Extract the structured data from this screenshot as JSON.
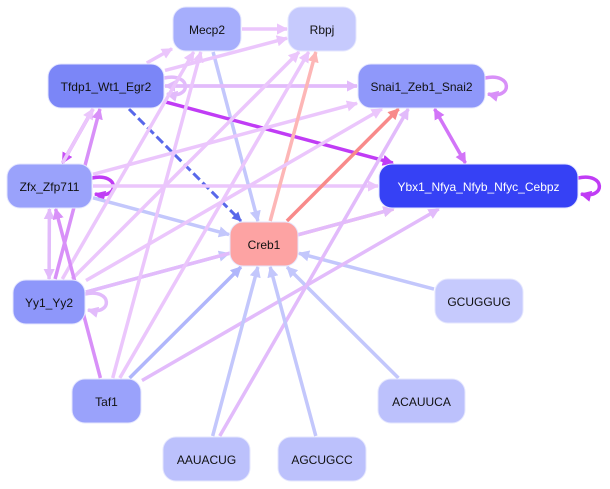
{
  "diagram": {
    "type": "network",
    "nodes": [
      {
        "id": "Mecp2",
        "label": "Mecp2",
        "fill": "#a6aefc",
        "text": "#111111"
      },
      {
        "id": "Rbpj",
        "label": "Rbpj",
        "fill": "#c6cafd",
        "text": "#111111"
      },
      {
        "id": "Tfdp1_Wt1_Egr2",
        "label": "Tfdp1_Wt1_Egr2",
        "fill": "#7b86f7",
        "text": "#111111"
      },
      {
        "id": "Snai1_Zeb1_Snai2",
        "label": "Snai1_Zeb1_Snai2",
        "fill": "#8f98fa",
        "text": "#111111"
      },
      {
        "id": "Zfx_Zfp711",
        "label": "Zfx_Zfp711",
        "fill": "#9aa2fb",
        "text": "#111111"
      },
      {
        "id": "Ybx1_Nfya_Nfyb_Nfyc_Cebpz",
        "label": "Ybx1_Nfya_Nfyb_Nfyc_Cebpz",
        "fill": "#3641f5",
        "text": "#ffffff"
      },
      {
        "id": "Creb1",
        "label": "Creb1",
        "fill": "#fda3a3",
        "text": "#111111"
      },
      {
        "id": "Yy1_Yy2",
        "label": "Yy1_Yy2",
        "fill": "#8e97fa",
        "text": "#111111"
      },
      {
        "id": "GCUGGUG",
        "label": "GCUGGUG",
        "fill": "#c6cafd",
        "text": "#111111"
      },
      {
        "id": "Taf1",
        "label": "Taf1",
        "fill": "#9aa2fb",
        "text": "#111111"
      },
      {
        "id": "ACAUUCA",
        "label": "ACAUUCA",
        "fill": "#bcc1fc",
        "text": "#111111"
      },
      {
        "id": "AAUACUG",
        "label": "AAUACUG",
        "fill": "#bcc1fc",
        "text": "#111111"
      },
      {
        "id": "AGCUGCC",
        "label": "AGCUGCC",
        "fill": "#bcc1fc",
        "text": "#111111"
      }
    ],
    "edges": [
      {
        "from": "Mecp2",
        "to": "Rbpj",
        "color": "#ebc6fc"
      },
      {
        "from": "Mecp2",
        "to": "Creb1",
        "color": "#c3c7fc"
      },
      {
        "from": "Tfdp1_Wt1_Egr2",
        "to": "Creb1",
        "color": "#5868ea",
        "style": "dashed"
      },
      {
        "from": "Tfdp1_Wt1_Egr2",
        "to": "Ybx1_Nfya_Nfyb_Nfyc_Cebpz",
        "color": "#c03cf5"
      },
      {
        "from": "Tfdp1_Wt1_Egr2",
        "to": "Snai1_Zeb1_Snai2",
        "color": "#e2bbfb"
      },
      {
        "from": "Tfdp1_Wt1_Egr2",
        "to": "Zfx_Zfp711",
        "color": "#c84ef6"
      },
      {
        "from": "Tfdp1_Wt1_Egr2",
        "to": "Tfdp1_Wt1_Egr2",
        "color": "#e2bbfb",
        "loop": true
      },
      {
        "from": "Tfdp1_Wt1_Egr2",
        "to": "Mecp2",
        "color": "#ebc6fc"
      },
      {
        "from": "Tfdp1_Wt1_Egr2",
        "to": "Rbpj",
        "color": "#ebc6fc"
      },
      {
        "from": "Snai1_Zeb1_Snai2",
        "to": "Snai1_Zeb1_Snai2",
        "color": "#d890f8",
        "loop": true
      },
      {
        "from": "Snai1_Zeb1_Snai2",
        "to": "Ybx1_Nfya_Nfyb_Nfyc_Cebpz",
        "color": "#d274f8",
        "bidirectional": true
      },
      {
        "from": "Snai1_Zeb1_Snai2",
        "to": "Tfdp1_Wt1_Egr2",
        "color": "#e2bbfb"
      },
      {
        "from": "Ybx1_Nfya_Nfyb_Nfyc_Cebpz",
        "to": "Ybx1_Nfya_Nfyb_Nfyc_Cebpz",
        "color": "#c03cf5",
        "loop": true
      },
      {
        "from": "Zfx_Zfp711",
        "to": "Zfx_Zfp711",
        "color": "#c03cf5",
        "loop": true
      },
      {
        "from": "Zfx_Zfp711",
        "to": "Creb1",
        "color": "#c3c7fc"
      },
      {
        "from": "Zfx_Zfp711",
        "to": "Ybx1_Nfya_Nfyb_Nfyc_Cebpz",
        "color": "#ebc6fc"
      },
      {
        "from": "Zfx_Zfp711",
        "to": "Yy1_Yy2",
        "color": "#e2bbfb",
        "bidirectional": true
      },
      {
        "from": "Zfx_Zfp711",
        "to": "Snai1_Zeb1_Snai2",
        "color": "#ebc6fc"
      },
      {
        "from": "Zfx_Zfp711",
        "to": "Tfdp1_Wt1_Egr2",
        "color": "#ebc6fc"
      },
      {
        "from": "Creb1",
        "to": "Rbpj",
        "color": "#fdb6b6"
      },
      {
        "from": "Creb1",
        "to": "Snai1_Zeb1_Snai2",
        "color": "#f88a8a"
      },
      {
        "from": "Creb1",
        "to": "Ybx1_Nfya_Nfyb_Nfyc_Cebpz",
        "color": "#fdb6b6"
      },
      {
        "from": "Yy1_Yy2",
        "to": "Yy1_Yy2",
        "color": "#e2bbfb",
        "loop": true
      },
      {
        "from": "Yy1_Yy2",
        "to": "Creb1",
        "color": "#c3c7fc"
      },
      {
        "from": "Yy1_Yy2",
        "to": "Tfdp1_Wt1_Egr2",
        "color": "#d890f8"
      },
      {
        "from": "Yy1_Yy2",
        "to": "Mecp2",
        "color": "#ebc6fc"
      },
      {
        "from": "Yy1_Yy2",
        "to": "Rbpj",
        "color": "#ebc6fc"
      },
      {
        "from": "Yy1_Yy2",
        "to": "Snai1_Zeb1_Snai2",
        "color": "#ebc6fc"
      },
      {
        "from": "Yy1_Yy2",
        "to": "Ybx1_Nfya_Nfyb_Nfyc_Cebpz",
        "color": "#e2bbfb"
      },
      {
        "from": "GCUGGUG",
        "to": "Creb1",
        "color": "#c3c7fc"
      },
      {
        "from": "Taf1",
        "to": "Creb1",
        "color": "#b0b6fb"
      },
      {
        "from": "Taf1",
        "to": "Zfx_Zfp711",
        "color": "#d890f8"
      },
      {
        "from": "Taf1",
        "to": "Mecp2",
        "color": "#ebc6fc"
      },
      {
        "from": "Taf1",
        "to": "Rbpj",
        "color": "#ebc6fc"
      },
      {
        "from": "Taf1",
        "to": "Ybx1_Nfya_Nfyb_Nfyc_Cebpz",
        "color": "#e2bbfb"
      },
      {
        "from": "ACAUUCA",
        "to": "Creb1",
        "color": "#c3c7fc"
      },
      {
        "from": "AAUACUG",
        "to": "Creb1",
        "color": "#c3c7fc"
      },
      {
        "from": "AAUACUG",
        "to": "Snai1_Zeb1_Snai2",
        "color": "#e2bbfb"
      },
      {
        "from": "AGCUGCC",
        "to": "Creb1",
        "color": "#c3c7fc"
      }
    ]
  }
}
